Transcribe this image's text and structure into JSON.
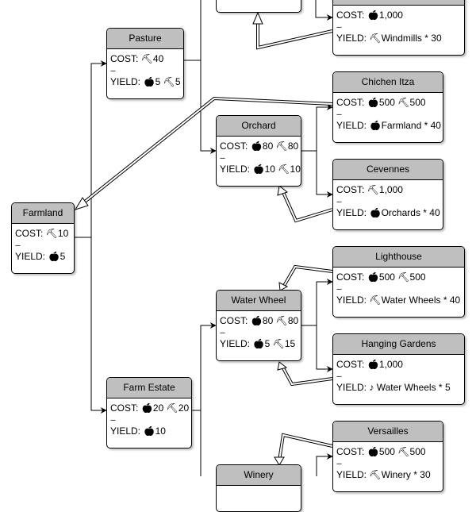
{
  "icons": {
    "food": "food-apple-icon",
    "production": "hammer-icon",
    "culture": "music-note-icon"
  },
  "glyphs": {
    "food": "͡○",
    "production": "⛏",
    "culture": "♪"
  },
  "nodes": [
    {
      "id": "top-partial",
      "title": "",
      "cost": "",
      "sep": "",
      "yield": ""
    },
    {
      "id": "windmill-wonder",
      "title": "",
      "cost_label": "COST:",
      "cost": [
        {
          "icon": "food",
          "value": "1,000"
        }
      ],
      "sep": "---",
      "yield_label": "YIELD:",
      "yield": [
        {
          "icon": "production",
          "value": "Windmills * 30"
        }
      ]
    },
    {
      "id": "pasture",
      "title": "Pasture",
      "cost_label": "COST:",
      "cost": [
        {
          "icon": "production",
          "value": "40"
        }
      ],
      "sep": "---",
      "yield_label": "YIELD:",
      "yield": [
        {
          "icon": "food",
          "value": "5"
        },
        {
          "icon": "production",
          "value": "5"
        }
      ]
    },
    {
      "id": "chichen-itza",
      "title": "Chichen Itza",
      "cost_label": "COST:",
      "cost": [
        {
          "icon": "food",
          "value": "500"
        },
        {
          "icon": "production",
          "value": "500"
        }
      ],
      "sep": "---",
      "yield_label": "YIELD:",
      "yield": [
        {
          "icon": "food",
          "value": "Farmland * 40"
        }
      ]
    },
    {
      "id": "orchard",
      "title": "Orchard",
      "cost_label": "COST:",
      "cost": [
        {
          "icon": "food",
          "value": "80"
        },
        {
          "icon": "production",
          "value": "80"
        }
      ],
      "sep": "---",
      "yield_label": "YIELD:",
      "yield": [
        {
          "icon": "food",
          "value": "10"
        },
        {
          "icon": "production",
          "value": "10"
        }
      ]
    },
    {
      "id": "cevennes",
      "title": "Cevennes",
      "cost_label": "COST:",
      "cost": [
        {
          "icon": "production",
          "value": "1,000"
        }
      ],
      "sep": "---",
      "yield_label": "YIELD:",
      "yield": [
        {
          "icon": "food",
          "value": "Orchards * 40"
        }
      ]
    },
    {
      "id": "farmland",
      "title": "Farmland",
      "cost_label": "COST:",
      "cost": [
        {
          "icon": "production",
          "value": "10"
        }
      ],
      "sep": "---",
      "yield_label": "YIELD:",
      "yield": [
        {
          "icon": "food",
          "value": "5"
        }
      ]
    },
    {
      "id": "lighthouse",
      "title": "Lighthouse",
      "cost_label": "COST:",
      "cost": [
        {
          "icon": "food",
          "value": "500"
        },
        {
          "icon": "production",
          "value": "500"
        }
      ],
      "sep": "---",
      "yield_label": "YIELD:",
      "yield": [
        {
          "icon": "production",
          "value": "Water Wheels * 40"
        }
      ]
    },
    {
      "id": "water-wheel",
      "title": "Water Wheel",
      "cost_label": "COST:",
      "cost": [
        {
          "icon": "food",
          "value": "80"
        },
        {
          "icon": "production",
          "value": "80"
        }
      ],
      "sep": "---",
      "yield_label": "YIELD:",
      "yield": [
        {
          "icon": "food",
          "value": "5"
        },
        {
          "icon": "production",
          "value": "15"
        }
      ]
    },
    {
      "id": "hanging-gardens",
      "title": "Hanging Gardens",
      "cost_label": "COST:",
      "cost": [
        {
          "icon": "food",
          "value": "1,000"
        }
      ],
      "sep": "---",
      "yield_label": "YIELD:",
      "yield": [
        {
          "icon": "culture",
          "value": " Water Wheels * 5"
        }
      ]
    },
    {
      "id": "farm-estate",
      "title": "Farm Estate",
      "cost_label": "COST:",
      "cost": [
        {
          "icon": "food",
          "value": "20"
        },
        {
          "icon": "production",
          "value": "20"
        }
      ],
      "sep": "---",
      "yield_label": "YIELD:",
      "yield": [
        {
          "icon": "food",
          "value": "10"
        }
      ]
    },
    {
      "id": "versailles",
      "title": "Versailles",
      "cost_label": "COST:",
      "cost": [
        {
          "icon": "food",
          "value": "500"
        },
        {
          "icon": "production",
          "value": "500"
        }
      ],
      "sep": "---",
      "yield_label": "YIELD:",
      "yield": [
        {
          "icon": "production",
          "value": "Winery * 30"
        }
      ]
    },
    {
      "id": "winery",
      "title": "Winery",
      "cost": "",
      "sep": "",
      "yield": ""
    }
  ]
}
